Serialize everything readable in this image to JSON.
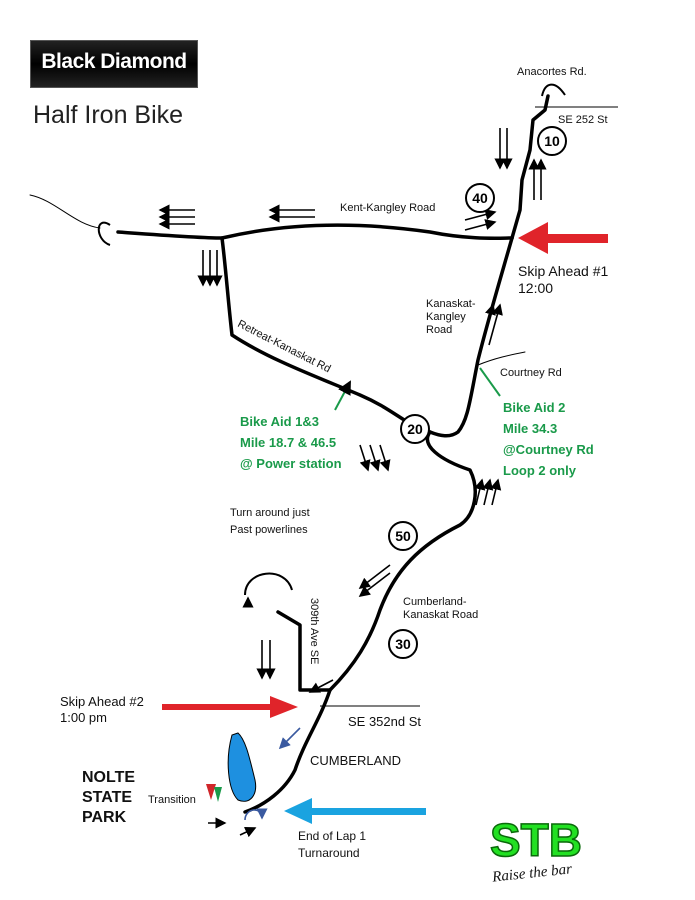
{
  "header": {
    "logo_text": "Black Diamond",
    "title": "Half Iron Bike"
  },
  "roads": {
    "anacortes": "Anacortes Rd.",
    "se252": "SE 252 St",
    "kent_kangley": "Kent-Kangley Road",
    "kanaskat_kangley": [
      "Kanaskat-",
      "Kangley",
      "Road"
    ],
    "courtney": "Courtney Rd",
    "retreat_kanaskat": "Retreat-Kanaskat Rd",
    "cumberland_kanaskat": [
      "Cumberland-",
      "Kanaskat Road"
    ],
    "ave309": "309th Ave SE",
    "se352": "SE 352nd St"
  },
  "places": {
    "cumberland": "CUMBERLAND",
    "nolte": [
      "NOLTE",
      "STATE",
      "PARK"
    ],
    "transition": "Transition"
  },
  "notes": {
    "skip1": [
      "Skip Ahead #1",
      "12:00"
    ],
    "skip2": [
      "Skip Ahead #2",
      "1:00 pm"
    ],
    "turnaround": [
      "Turn around just",
      "Past powerlines"
    ],
    "end_lap": [
      "End of Lap 1",
      "Turnaround"
    ]
  },
  "aid": {
    "aid13": [
      "Bike Aid 1&3",
      "Mile 18.7 & 46.5",
      "@ Power station"
    ],
    "aid2": [
      "Bike Aid 2",
      "Mile 34.3",
      "@Courtney Rd",
      "Loop 2 only"
    ]
  },
  "mile_markers": [
    "10",
    "40",
    "20",
    "50",
    "30"
  ],
  "colors": {
    "skip_arrow": "#e0242a",
    "end_arrow": "#1aa3e0",
    "aid_green": "#1a9a4a",
    "lake": "#1e90e0",
    "stb_green": "#22e022"
  },
  "brand": {
    "logo_letters": "STB",
    "tagline": "Raise the bar"
  }
}
